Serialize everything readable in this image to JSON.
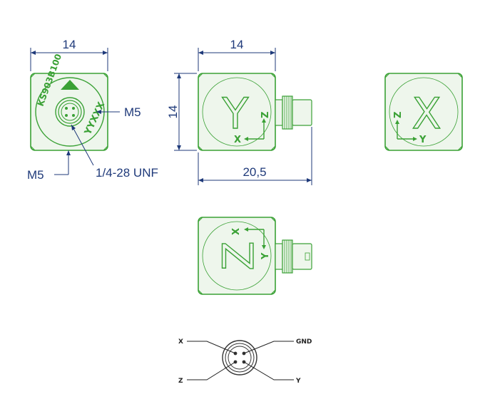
{
  "dimensions": {
    "top_width": "14",
    "side_width": "14",
    "side_height": "14",
    "side_length": "20,5"
  },
  "callouts": {
    "m5_right": "M5",
    "m5_bottom": "M5",
    "thread": "1/4-28 UNF"
  },
  "faces": {
    "side_y_letter": "Y",
    "side_y_axis1": "Z",
    "side_y_axis2": "X",
    "front_x_letter": "X",
    "front_x_axis1": "Z",
    "front_x_axis2": "Y",
    "bottom_z_letter": "Z",
    "bottom_z_axis1": "X",
    "bottom_z_axis2": "Y"
  },
  "top_view": {
    "ring_text_left": "KS903B100",
    "ring_text_right": "YYXXX"
  },
  "connector_pins": {
    "x": "X",
    "gnd": "GND",
    "z": "Z",
    "y": "Y"
  },
  "colors": {
    "drawing_green": "#3aa135",
    "dimension_blue": "#1f3a7a"
  }
}
